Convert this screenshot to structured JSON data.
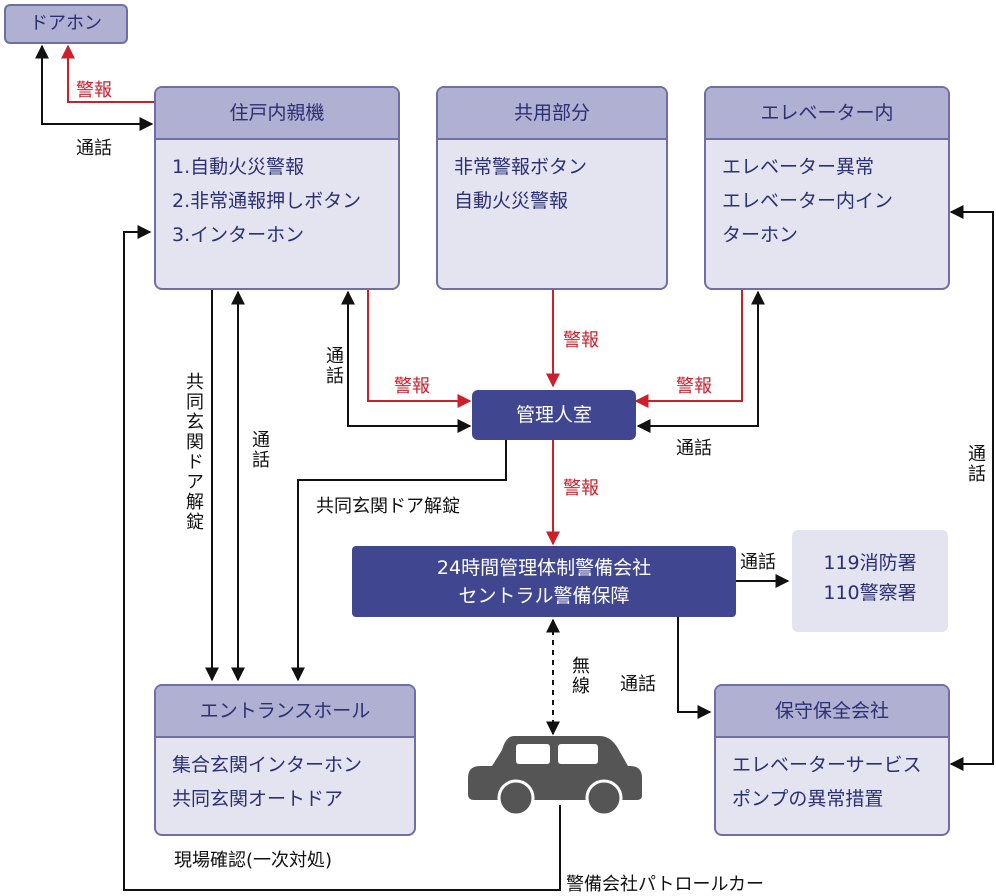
{
  "doorphone": "ドアホン",
  "boxes": {
    "unit": {
      "title": "住戸内親機",
      "lines": [
        "1.自動火災警報",
        "2.非常通報押しボタン",
        "3.インターホン"
      ]
    },
    "common": {
      "title": "共用部分",
      "lines": [
        "非常警報ボタン",
        "自動火災警報"
      ]
    },
    "elevator": {
      "title": "エレベーター内",
      "lines": [
        "エレベーター異常",
        "エレベーター内イン",
        "ターホン"
      ]
    },
    "entrance": {
      "title": "エントランスホール",
      "lines": [
        "集合玄関インターホン",
        "共同玄関オートドア"
      ]
    },
    "maintenance": {
      "title": "保守保全会社",
      "lines": [
        "エレベーターサービス",
        "ポンプの異常措置"
      ]
    }
  },
  "mgmt_room": "管理人室",
  "security_company": {
    "line1": "24時間管理体制警備会社",
    "line2": "セントラル警備保障"
  },
  "emergency": {
    "fire": "119消防署",
    "police": "110警察署"
  },
  "labels": {
    "alarm": "警報",
    "call": "通話",
    "door_unlock": "共同玄関ドア解錠",
    "door_unlock_v": "共同玄関ドア解錠",
    "wireless": "無線",
    "onsite": "現場確認(一次対処)",
    "patrol": "警備会社パトロールカー"
  },
  "colors": {
    "red": "#cc1f2b",
    "navy": "#414690",
    "box_fill": "#e4e4f1",
    "box_header": "#b0b0d2",
    "box_border": "#6f6fa6"
  }
}
